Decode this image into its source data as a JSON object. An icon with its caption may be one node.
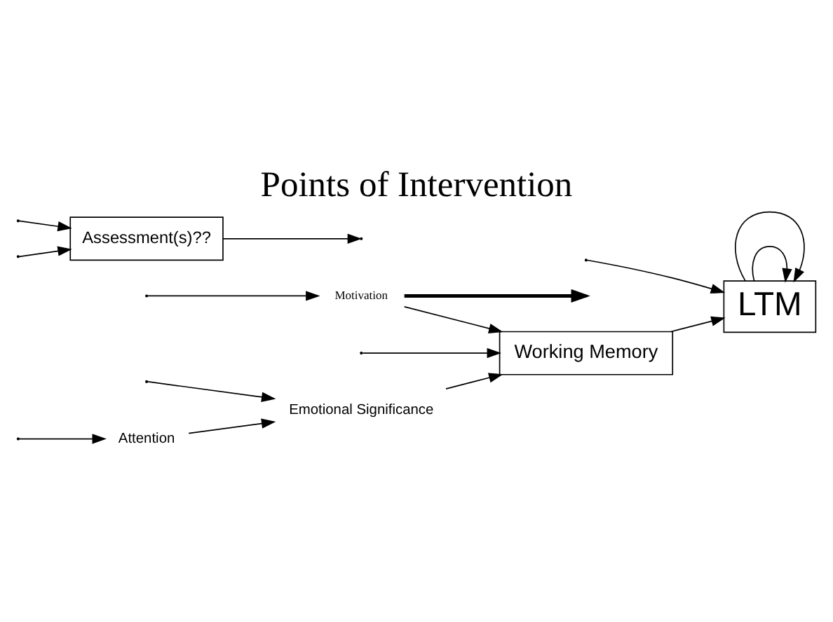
{
  "diagram": {
    "title": "Points of Intervention",
    "nodes": [
      {
        "text": [
          "Attention"
        ]
      },
      {
        "text": [
          "Emotional Significance"
        ]
      },
      {
        "text": [
          "Working Memory"
        ]
      },
      {
        "text": [
          "LTM"
        ]
      },
      {
        "text": [
          "Assessment(s)??"
        ]
      },
      {
        "text": [
          "Motivation"
        ]
      }
    ],
    "edges": [
      {
        "from": 0,
        "to": 1,
        "arrow": "to"
      },
      {
        "from": 1,
        "to": 2,
        "arrow": "to"
      },
      {
        "from": 5,
        "to": 2,
        "arrow": "to"
      },
      {
        "from": 2,
        "to": 3,
        "arrow": "to"
      },
      {
        "from": 3,
        "to": 3,
        "arrow": "to"
      },
      {
        "from": 3,
        "to": 3,
        "arrow": "to"
      },
      {
        "from": 5,
        "to": null,
        "arrow": "to",
        "style": "thick"
      },
      {
        "from": 4,
        "to": null,
        "arrow": "to"
      },
      {
        "from": null,
        "to": 0,
        "arrow": "to"
      },
      {
        "from": null,
        "to": 1,
        "arrow": "to"
      },
      {
        "from": null,
        "to": 5,
        "arrow": "to"
      },
      {
        "from": null,
        "to": 2,
        "arrow": "to"
      },
      {
        "from": null,
        "to": 3,
        "arrow": "to"
      },
      {
        "from": null,
        "to": 4,
        "arrow": "to"
      },
      {
        "from": null,
        "to": 4,
        "arrow": "to"
      }
    ]
  }
}
